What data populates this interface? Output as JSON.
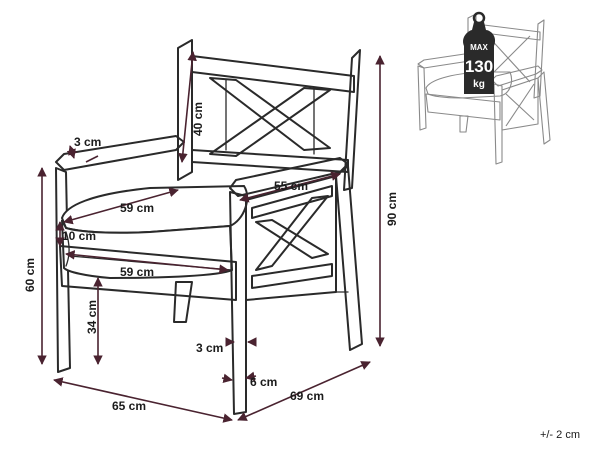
{
  "dimensions": {
    "back_height": "40 cm",
    "arm_thickness": "3 cm",
    "arm_depth": "55 cm",
    "seat_width_top": "59 cm",
    "cushion_thickness": "10 cm",
    "seat_width_front": "59 cm",
    "total_height": "90 cm",
    "arm_height": "60 cm",
    "seat_height": "34 cm",
    "leg_width_side": "3 cm",
    "leg_width_front": "6 cm",
    "total_width": "65 cm",
    "total_depth": "69 cm"
  },
  "tolerance": "+/- 2 cm",
  "max_load": {
    "label": "MAX",
    "value": "130",
    "unit": "kg"
  }
}
